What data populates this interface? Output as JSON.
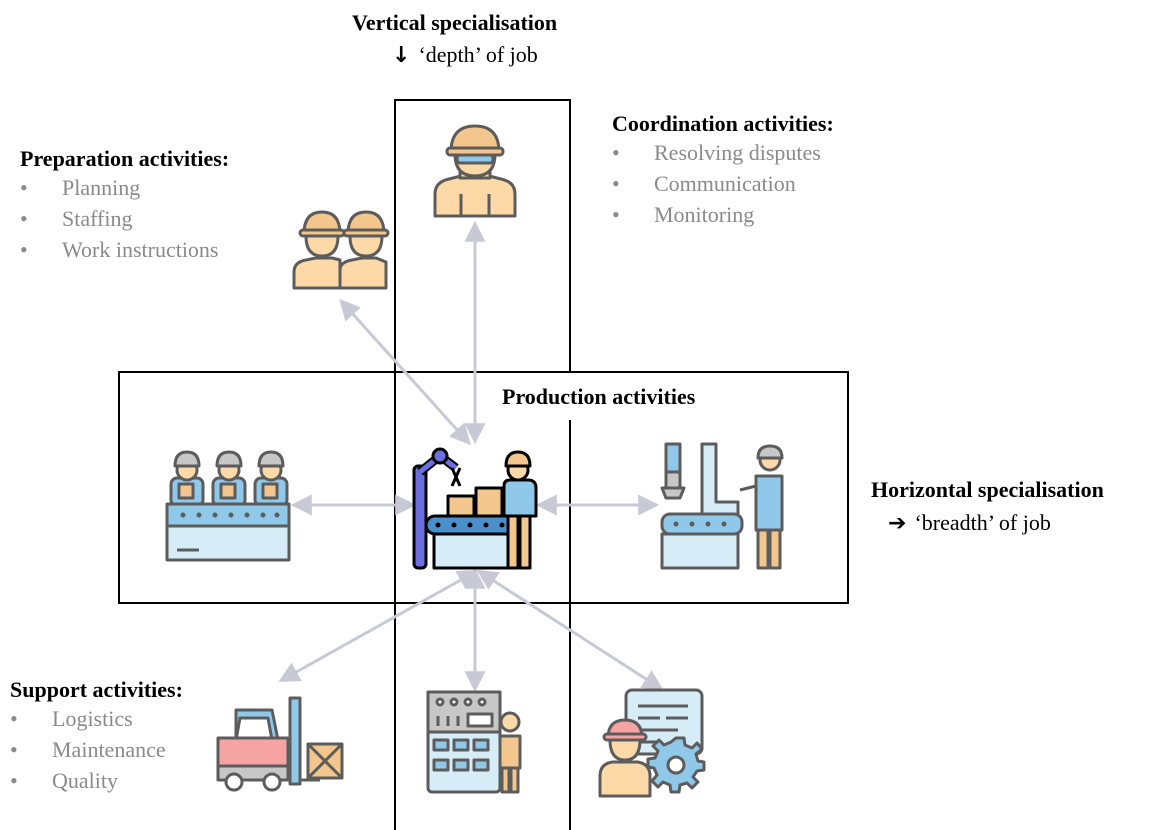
{
  "vertical": {
    "title": "Vertical specialisation",
    "arrow_icon": "arrow-down-icon",
    "subtitle": "‘depth’ of job"
  },
  "horizontal": {
    "title": "Horizontal specialisation",
    "arrow_icon": "arrow-right-icon",
    "subtitle": "‘breadth’ of job"
  },
  "production": {
    "title": "Production activities"
  },
  "preparation": {
    "title": "Preparation activities:",
    "items": [
      "Planning",
      "Staffing",
      "Work instructions"
    ]
  },
  "coordination": {
    "title": "Coordination activities:",
    "items": [
      "Resolving disputes",
      "Communication",
      "Monitoring"
    ]
  },
  "support": {
    "title": "Support activities:",
    "items": [
      "Logistics",
      "Maintenance",
      "Quality"
    ]
  },
  "icons": [
    "supervisor-worker-icon",
    "two-workers-icon",
    "production-line-workers-icon",
    "robot-arm-conveyor-worker-icon",
    "packaging-machine-worker-icon",
    "forklift-icon",
    "control-panel-worker-icon",
    "quality-inspector-gear-icon"
  ],
  "colors": {
    "connector": "#c9c9d6",
    "box": "#000000",
    "list_text": "#8a8a8a",
    "skin": "#fdd9a8",
    "helmet": "#f2c68c",
    "outline": "#5c5c5c",
    "blue_light": "#d6ecf7",
    "blue_mid": "#8fc8e8",
    "purple": "#6b6fe0",
    "red": "#f07b7b",
    "conveyor": "#4a8fc9"
  }
}
